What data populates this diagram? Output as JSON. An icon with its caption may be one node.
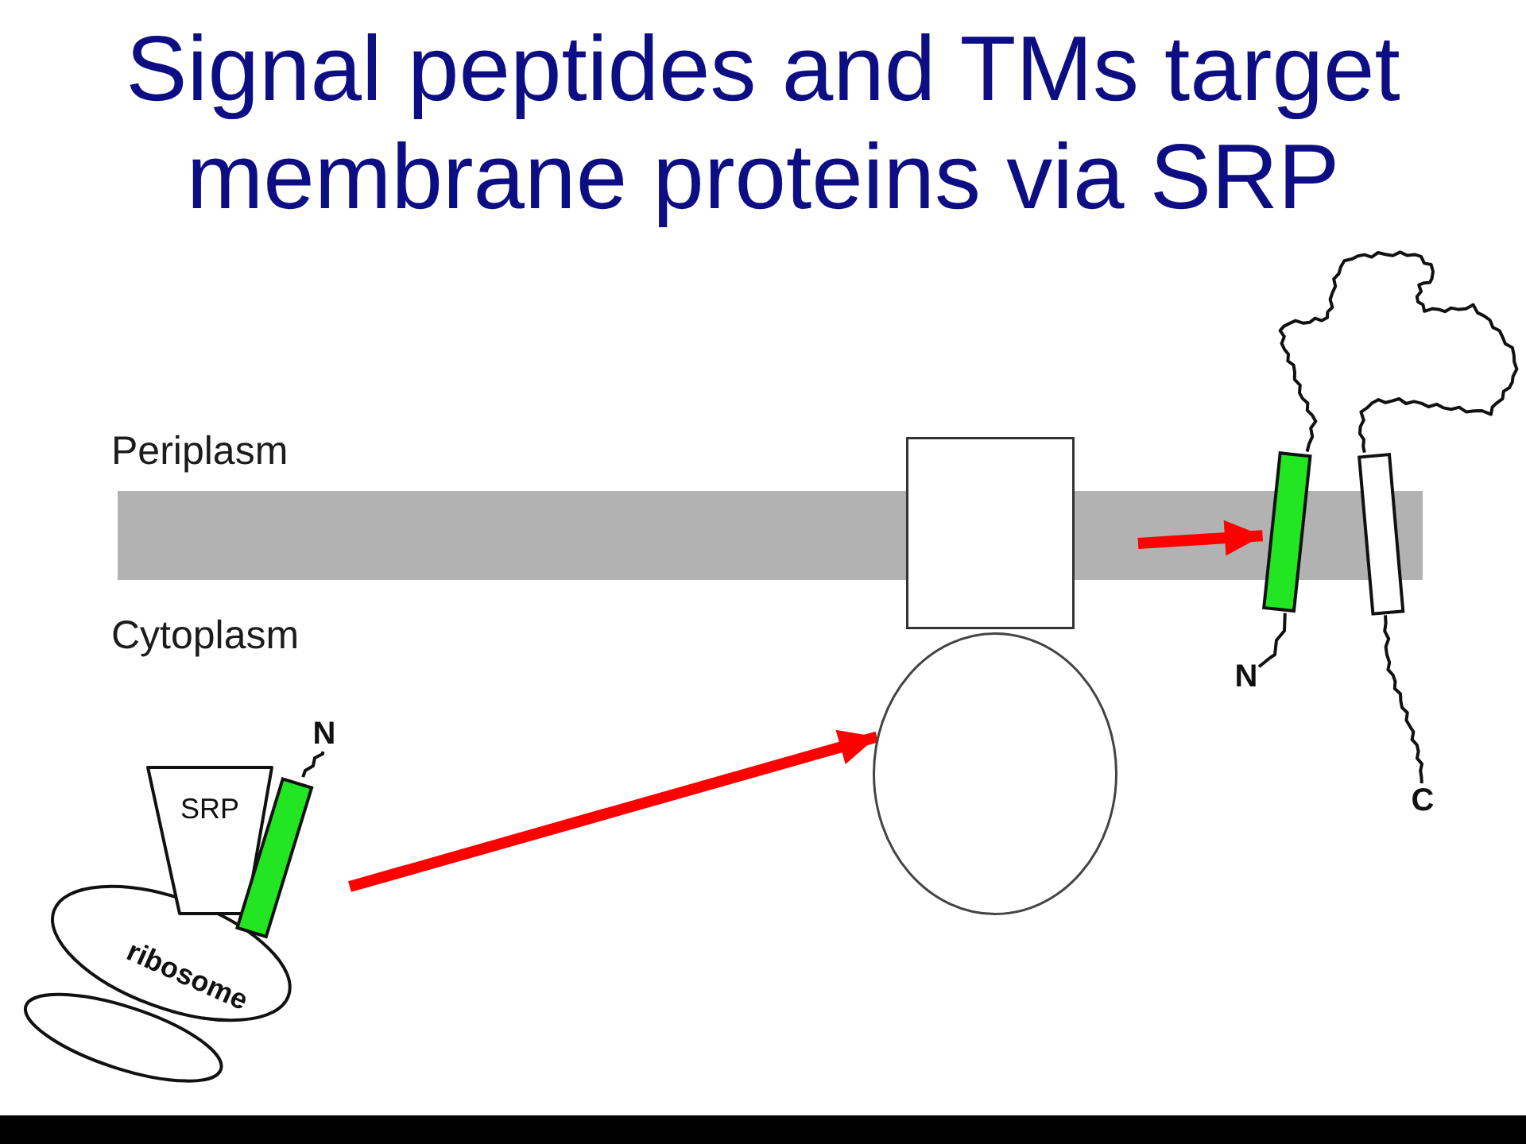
{
  "diagram": {
    "title": "Signal peptides and TMs target membrane proteins via SRP",
    "nodes": [
      {
        "text": [
          "SRP"
        ]
      },
      {
        "text": [
          "ribosome"
        ]
      },
      {
        "text": [],
        "shape": "ellipse"
      },
      {
        "text": [],
        "shape": "bar"
      },
      {
        "text": [
          "N"
        ]
      },
      {
        "text": [],
        "shape": "band"
      },
      {
        "text": [],
        "shape": "box"
      },
      {
        "text": [],
        "shape": "circle"
      },
      {
        "text": [],
        "shape": "bar"
      },
      {
        "text": [],
        "shape": "bar"
      },
      {
        "text": [
          "N"
        ]
      },
      {
        "text": [
          "C"
        ]
      }
    ],
    "edges": [
      {
        "from": 3,
        "to": 4,
        "arrow": "none"
      },
      {
        "from": null,
        "to": 7,
        "arrow": "to",
        "style": "thick",
        "color": "#ff0000"
      },
      {
        "from": 5,
        "to": 8,
        "arrow": "to",
        "style": "thick",
        "color": "#ff0000"
      },
      {
        "from": 8,
        "to": 9,
        "arrow": "none"
      },
      {
        "from": 8,
        "to": 10,
        "arrow": "none"
      },
      {
        "from": 9,
        "to": 11,
        "arrow": "none"
      }
    ],
    "labels": [
      "Periplasm",
      "Cytoplasm"
    ]
  }
}
